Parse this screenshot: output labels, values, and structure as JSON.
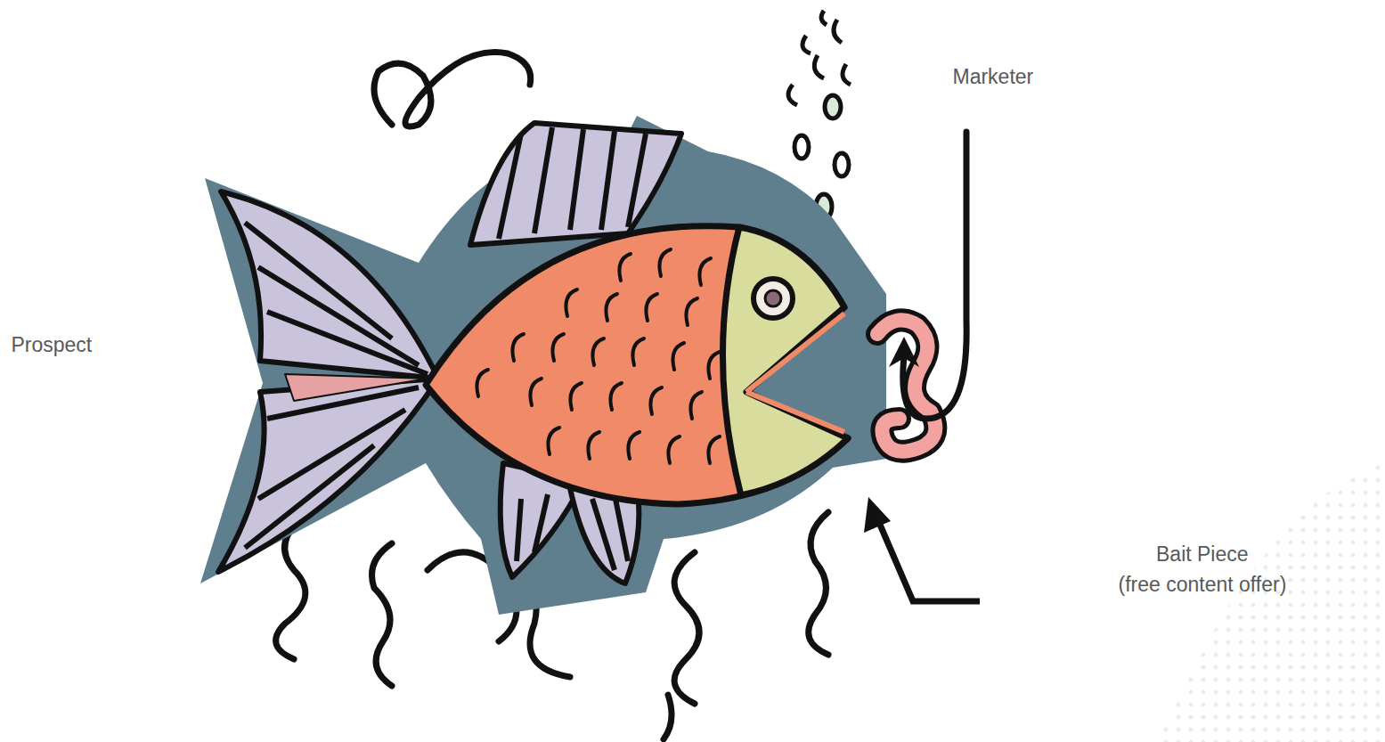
{
  "diagram": {
    "labels": [
      "Marketer",
      "Prospect",
      "Bait Piece",
      "(free content offer)"
    ]
  }
}
